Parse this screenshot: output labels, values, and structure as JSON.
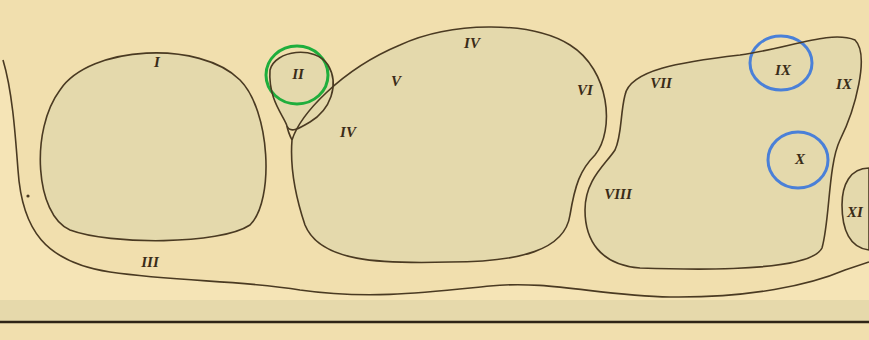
{
  "diagram": {
    "nodes": [
      {
        "text": [
          "I"
        ]
      },
      {
        "text": [
          "II"
        ]
      },
      {
        "text": [
          "IV",
          "V",
          "IV",
          "VI"
        ]
      },
      {
        "text": [
          "VII",
          "IX",
          "IX",
          "X",
          "VIII"
        ]
      },
      {
        "text": [
          "XI"
        ]
      }
    ],
    "labels": [
      "III"
    ]
  }
}
